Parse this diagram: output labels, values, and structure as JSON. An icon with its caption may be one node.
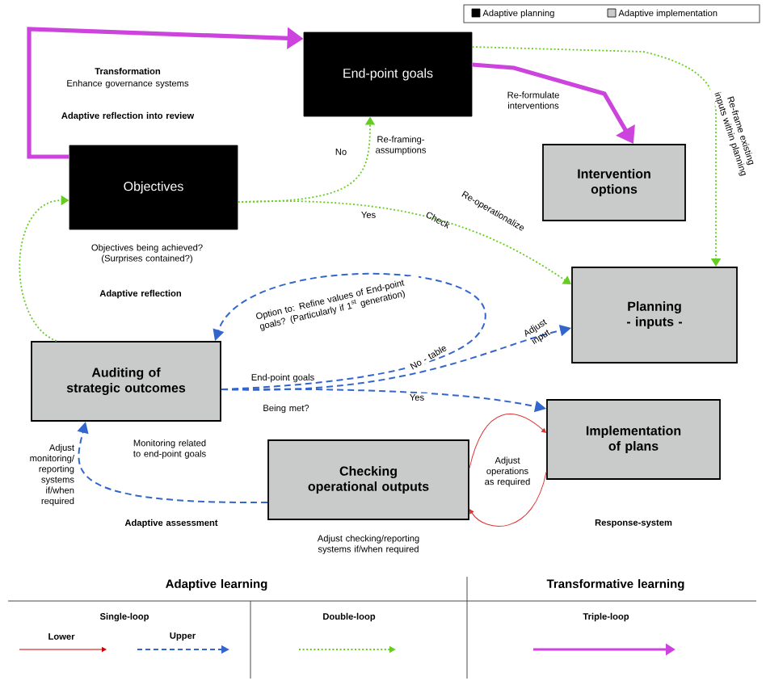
{
  "diagram": {
    "nodes": [
      {
        "text": [
          "End-point goals"
        ]
      },
      {
        "text": [
          "Objectives"
        ],
        "beside": [
          "Objectives being achieved? (Surprises contained?)"
        ]
      },
      {
        "text": [
          "Intervention options"
        ]
      },
      {
        "text": [
          "Planning - inputs -"
        ]
      },
      {
        "text": [
          "Auditing of strategic outcomes"
        ]
      },
      {
        "text": [
          "Implementation of plans"
        ]
      },
      {
        "text": [
          "Checking operational outputs"
        ],
        "beside": [
          "Adjust checking/reporting systems if/when required"
        ]
      }
    ],
    "edges": [
      {
        "from": 1,
        "to": 0,
        "arrow": "to",
        "style": "thick",
        "color": "#cc44dd"
      },
      {
        "from": 0,
        "to": 2,
        "arrow": "to",
        "style": "thick",
        "color": "#cc44dd",
        "label": "Re-formulate interventions"
      },
      {
        "from": 1,
        "to": 0,
        "arrow": "to",
        "style": "dashed",
        "color": "#66cc22",
        "label": "No"
      },
      {
        "from": 1,
        "to": 3,
        "arrow": "to",
        "style": "dashed",
        "color": "#66cc22",
        "label": "Yes"
      },
      {
        "from": 0,
        "to": 3,
        "arrow": "to",
        "style": "dashed",
        "color": "#66cc22",
        "label": "Re-frame existing inputs within planning"
      },
      {
        "from": 4,
        "to": 1,
        "arrow": "to",
        "style": "dashed",
        "color": "#66cc22"
      },
      {
        "from": 4,
        "to": 3,
        "arrow": "to",
        "style": "dashed",
        "color": "#3366cc",
        "label": "No - table"
      },
      {
        "from": 4,
        "to": 5,
        "arrow": "to",
        "style": "dashed",
        "color": "#3366cc",
        "label": "Yes"
      },
      {
        "from": 4,
        "to": 4,
        "arrow": "to",
        "style": "dashed",
        "color": "#3366cc",
        "label": "Option to: Refine values of End-point goals? (Particularly if 1$^{st}$ generation)"
      },
      {
        "from": 6,
        "to": 4,
        "arrow": "to",
        "style": "dashed",
        "color": "#3366cc",
        "label": "Adjust monitoring/ reporting systems if/when required"
      },
      {
        "from": 6,
        "to": 5,
        "arrow": "to",
        "color": "#e03030"
      },
      {
        "from": 5,
        "to": 6,
        "arrow": "to",
        "color": "#e03030"
      }
    ],
    "labels": [
      "Transformation",
      "Enhance governance systems",
      "Adaptive reflection into review",
      "Re-framing- assumptions",
      "Check",
      "Re-operationalize",
      "Adaptive reflection",
      "End-point goals",
      "Adjust input",
      "Being met?",
      "Monitoring related to end-point goals",
      "Adjust operations as required",
      "Adaptive assessment",
      "Response-system",
      "Adaptive learning",
      "Transformative learning",
      "Single-loop",
      "Double-loop",
      "Triple-loop",
      "Lower",
      "Upper"
    ],
    "legend": [
      {
        "text": "Adaptive planning",
        "color": "#000000"
      },
      {
        "text": "Adaptive implementation",
        "color": "#c8cbc9"
      }
    ]
  }
}
